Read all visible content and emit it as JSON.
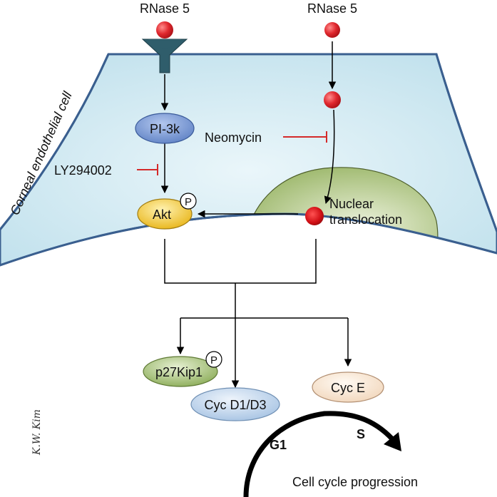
{
  "labels": {
    "rnase_left": "RNase 5",
    "rnase_right": "RNase 5",
    "cell": "Corneal endothelial cell",
    "pi3k": "PI-3k",
    "neomycin": "Neomycin",
    "ly": "LY294002",
    "akt": "Akt",
    "p_akt": "P",
    "nuclear_1": "Nuclear",
    "nuclear_2": "translocation",
    "p27": "p27Kip1",
    "p_p27": "P",
    "cycd": "Cyc D1/D3",
    "cyce": "Cyc E",
    "g1": "G1",
    "s": "S",
    "progression": "Cell cycle progression",
    "signature": "K.W. Kim"
  },
  "colors": {
    "cell_fill": "#cfe8f2",
    "cell_stroke": "#3a5f8f",
    "receptor": "#2f5d6b",
    "ligand": "#e0282e",
    "nucleus": "#a9c07a",
    "pi3k": "#7a9ad4",
    "akt": "#f2c431",
    "p27": "#9dbb6c",
    "cycd": "#b7cfe9",
    "cyce": "#f6e3cf",
    "inhibitor": "#d42a2a"
  }
}
